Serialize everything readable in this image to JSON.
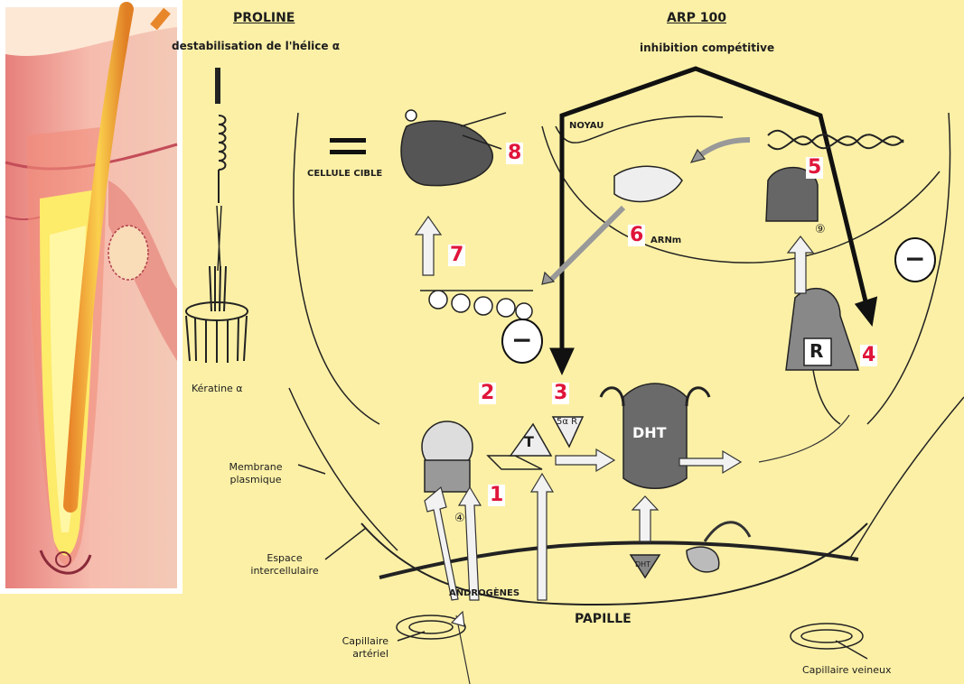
{
  "proline": {
    "title": "PROLINE",
    "subtitle": "destabilisation de l'hélice α",
    "keratin_label": "Kératine α"
  },
  "arp": {
    "title": "ARP 100",
    "subtitle": "inhibition compétitive"
  },
  "cell": {
    "target_label": "CELLULE CIBLE",
    "nucleus_label": "NOYAU",
    "mrna_label": "ARNm",
    "papilla_label": "PAPILLE",
    "androgens_label": "ANDROGÈNES",
    "membrane_label": "Membrane plasmique",
    "intercellular_label": "Espace intercellulaire",
    "arterial_label": "Capillaire artériel",
    "venous_label": "Capillaire veineux"
  },
  "steps": [
    "1",
    "2",
    "3",
    "4",
    "5",
    "6",
    "7",
    "8"
  ],
  "glyphs": {
    "minus": "−",
    "equals": "=",
    "dht": "DHT",
    "receptor": "R",
    "testo": "T",
    "enzyme": "5α R",
    "circ4": "④",
    "circ9": "⑨"
  },
  "colors": {
    "background": "#fcf0a6",
    "step_numbers": "#e0153a",
    "hair_shaft": "#f1a83a",
    "skin": "#f2b5a7"
  }
}
